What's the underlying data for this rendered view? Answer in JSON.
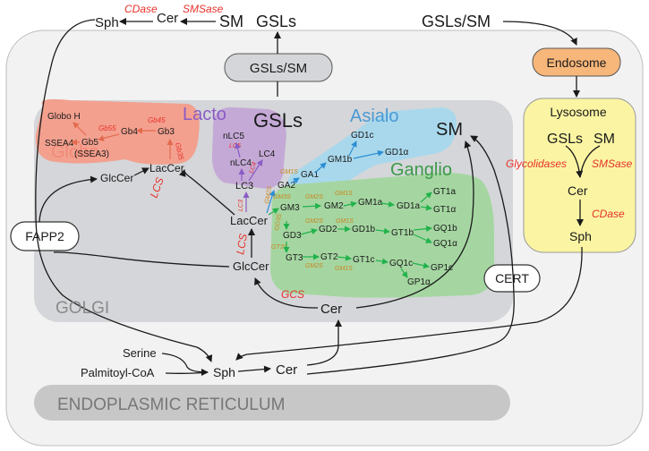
{
  "colors": {
    "cell": "#f2f2f2",
    "golgi": "#d4d6d9",
    "er": "#c7c7c7",
    "globo": "#f3a08f",
    "lacto": "#c4a9d6",
    "asialo": "#a9d8ec",
    "ganglio": "#a5d6a1",
    "lysosome": "#fbf5a3",
    "endosome": "#f7b67a",
    "enzyme_red": "#e8312a",
    "enzyme_orange": "#c8861e",
    "arrow_green": "#22b24c",
    "arrow_blue": "#2b8fd4",
    "arrow_purple": "#8a5bc4",
    "arrow_salmon": "#e26a4e"
  },
  "top": {
    "sph": "Sph",
    "cer": "Cer",
    "sm": "SM",
    "gsls": "GSLs",
    "gsls_sm": "GSLs/SM",
    "cdase": "CDase",
    "smsase": "SMSase"
  },
  "golgi": {
    "box_label": "GSLs/SM",
    "title": "GSLs",
    "sm": "SM",
    "label": "GOLGI",
    "fapp2": "FAPP2",
    "cert": "CERT",
    "glccer": "GlcCer",
    "laccer": "LacCer",
    "cer": "Cer",
    "gcs": "GCS",
    "lcs": "LCS"
  },
  "globo": {
    "title": "Globo",
    "globo_h": "Globo H",
    "ssea4": "SSEA4",
    "gb5": "Gb5",
    "ssea3": "(SSEA3)",
    "gb4": "Gb4",
    "gb3": "Gb3",
    "glccer": "GlcCer",
    "laccer": "LacCer",
    "lcs": "LCS",
    "e_gb45": "Gb45",
    "e_gb55": "Gb55",
    "e_gb35": "Gb35"
  },
  "lacto": {
    "title": "Lacto",
    "nlc5": "nLC5",
    "lc4": "LC4",
    "nlc4": "nLC4",
    "lc3": "LC3",
    "e_lc5": "LC5",
    "e_lc4": "LC4",
    "e_lc3": "LC3"
  },
  "asialo": {
    "title": "Asialo",
    "gd1c": "GD1c",
    "gd1a": "GD1α",
    "gm1b": "GM1b",
    "ga1": "GA1",
    "ga2": "GA2",
    "e_gm1s": "GM1S",
    "e_gm2s": "GM2S"
  },
  "ganglio": {
    "title": "Ganglio",
    "gt1a": "GT1a",
    "gd1a": "GD1a",
    "gm1a": "GM1a",
    "gm2": "GM2",
    "gm3": "GM3",
    "gt1a_alpha": "GT1α",
    "gq1b": "GQ1b",
    "gt1b": "GT1b",
    "gd1b": "GD1b",
    "gd2": "GD2",
    "gd3": "GD3",
    "gq1a": "GQ1α",
    "gq1c": "GQ1c",
    "gt1c": "GT1c",
    "gt2": "GT2",
    "gt3": "GT3",
    "gp1c": "GP1c",
    "gp1a": "GP1α",
    "e_gm3s": "GM3S",
    "e_gm2s": "GM2S",
    "e_gm1s": "GM1S",
    "e_gd3s": "GD3S",
    "e_gt3s": "GT3S"
  },
  "endosome": {
    "label": "Endosome",
    "input": "GSLs/SM"
  },
  "lysosome": {
    "title": "Lysosome",
    "gsls": "GSLs",
    "sm": "SM",
    "glycolidases": "Glycolidases",
    "smsase": "SMSase",
    "cer": "Cer",
    "cdase": "CDase",
    "sph": "Sph"
  },
  "er": {
    "label": "ENDOPLASMIC RETICULUM",
    "serine": "Serine",
    "palmitoyl": "Palmitoyl-CoA",
    "sph": "Sph",
    "cer": "Cer"
  }
}
